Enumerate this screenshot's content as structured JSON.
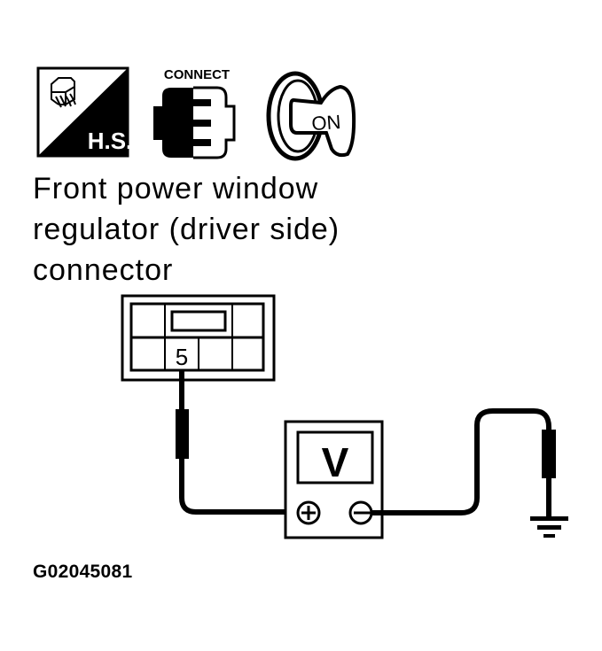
{
  "icons": {
    "hs": {
      "name": "harness-connector-hs-icon",
      "label": "H.S."
    },
    "connect": {
      "name": "connect-icon",
      "label": "CONNECT"
    },
    "ignition": {
      "name": "ignition-key-on-icon",
      "label": "ON"
    }
  },
  "caption": {
    "lines": [
      "Front power window",
      "regulator (driver side)",
      "connector"
    ]
  },
  "connector": {
    "terminal": "5"
  },
  "meter": {
    "display": "V",
    "positive_symbol": "+",
    "negative_symbol": "−"
  },
  "figure_id": "G02045081",
  "colors": {
    "ink": "#000000",
    "background": "#ffffff"
  }
}
